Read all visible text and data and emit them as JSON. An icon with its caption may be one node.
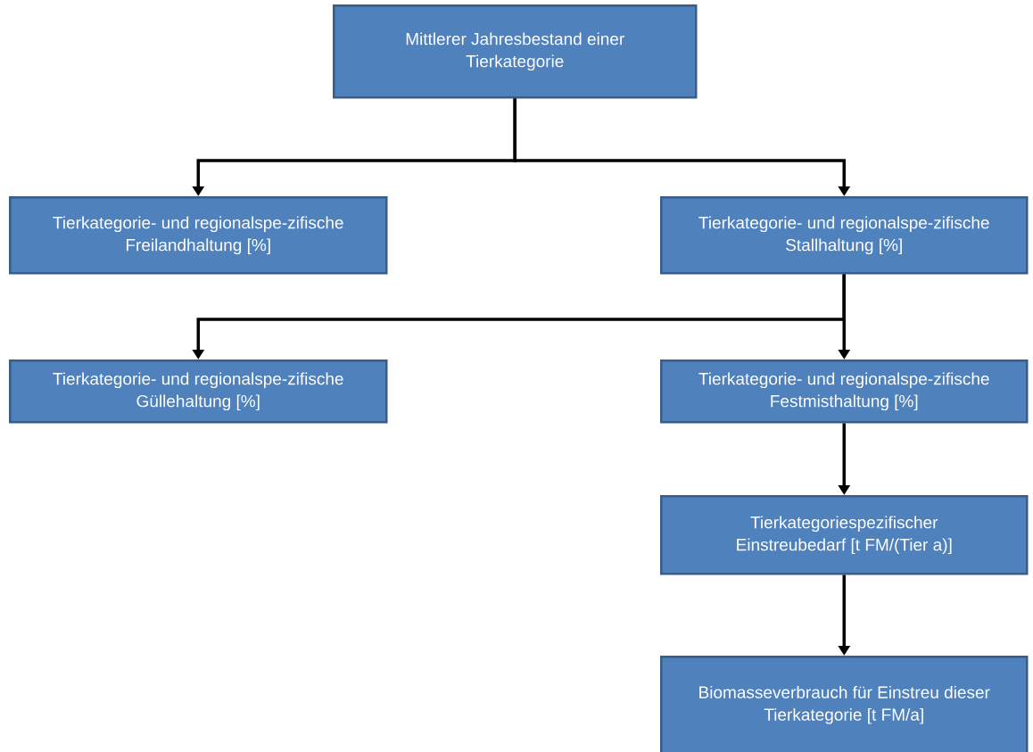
{
  "diagram": {
    "nodes": [
      {
        "text": [
          "Mittlerer Jahresbestand einer Tierkategorie"
        ]
      },
      {
        "text": [
          "Tierkategorie- und regionalspe-zifische Freilandhaltung [%]"
        ]
      },
      {
        "text": [
          "Tierkategorie- und regionalspe-zifische Stallhaltung [%]"
        ]
      },
      {
        "text": [
          "Tierkategorie- und regionalspe-zifische Güllehaltung [%]"
        ]
      },
      {
        "text": [
          "Tierkategorie- und regionalspe-zifische Festmisthaltung [%]"
        ]
      },
      {
        "text": [
          "Tierkategoriespezifischer Einstreubedarf [t FM/(Tier a)]"
        ]
      },
      {
        "text": [
          "Biomasseverbrauch für Einstreu dieser Tierkategorie [t FM/a]"
        ]
      }
    ],
    "edges": [
      {
        "from": 0,
        "to": 1,
        "arrow": "to"
      },
      {
        "from": 0,
        "to": 2,
        "arrow": "to"
      },
      {
        "from": 2,
        "to": 3,
        "arrow": "to"
      },
      {
        "from": 2,
        "to": 4,
        "arrow": "to"
      },
      {
        "from": 4,
        "to": 5,
        "arrow": "to"
      },
      {
        "from": 5,
        "to": 6,
        "arrow": "to"
      }
    ]
  }
}
